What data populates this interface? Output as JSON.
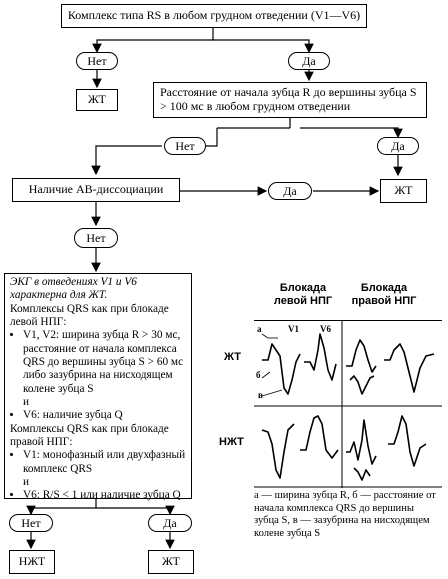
{
  "flowchart": {
    "top": "Комплекс типа RS в любом грудном отведении (V1—V6)",
    "no1": "Нет",
    "yes1": "Да",
    "vt1": "ЖТ",
    "distance": "Расстояние от начала зубца R до вершины зубца S > 100 мс в любом грудном отведении",
    "no2": "Нет",
    "yes2": "Да",
    "av": "Наличие АВ-диссоциации",
    "yes3": "Да",
    "vt2": "ЖТ",
    "no3": "Нет",
    "criteria": {
      "intro": "ЭКГ в отведениях V1 и V6 характерна для ЖТ.",
      "lbbb_head": "Комплексы QRS как при блокаде левой НПГ:",
      "lbbb_item1": "V1, V2: ширина зубца R > 30 мс, расстояние от начала комплекса QRS до вершины зубца S > 60 мс либо зазубрина на нисходящем колене зубца S",
      "and1": "и",
      "lbbb_item2": "V6: наличие зубца Q",
      "rbbb_head": "Комплексы QRS как при блокаде правой НПГ:",
      "rbbb_item1": "V1: монофазный или двухфазный комплекс QRS",
      "and2": "и",
      "rbbb_item2": "V6: R/S < 1 или наличие зубца Q"
    },
    "no4": "Нет",
    "yes4": "Да",
    "svt": "НЖТ",
    "vt3": "ЖТ"
  },
  "ecg_panel": {
    "col_left": "Блокада левой НПГ",
    "col_right": "Блокада правой НПГ",
    "row_vt": "ЖТ",
    "row_svt": "НЖТ",
    "lead_v1": "V1",
    "lead_v6": "V6",
    "mark_a": "а",
    "mark_b": "б",
    "mark_c": "в"
  },
  "caption": "а — ширина зубца R, б — расстояние от начала комплекса QRS до вершины зубца S, в — зазубрина на нисходящем колене зубца S"
}
